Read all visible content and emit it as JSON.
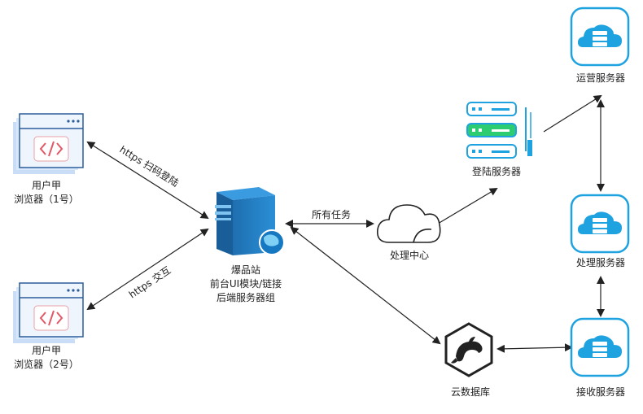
{
  "nodes": {
    "browser1_line1": "用户甲",
    "browser1_line2": "浏览器（1号）",
    "browser2_line1": "用户甲",
    "browser2_line2": "浏览器（2号）",
    "site_line1": "爆品站",
    "site_line2": "前台UI模块/链接",
    "site_line3": "后端服务器组",
    "processing_center": "处理中心",
    "login_server": "登陆服务器",
    "ops_server": "运营服务器",
    "process_server": "处理服务器",
    "receive_server": "接收服务器",
    "cloud_db": "云数据库"
  },
  "edges": {
    "https_scan_login": "https  扫码登陆",
    "https_interact": "https  交互",
    "all_tasks": "所有任务"
  },
  "colors": {
    "accent": "#1fa3e0",
    "server_blue": "#2c8fd1",
    "green": "#2ecc71",
    "line": "#333333"
  }
}
